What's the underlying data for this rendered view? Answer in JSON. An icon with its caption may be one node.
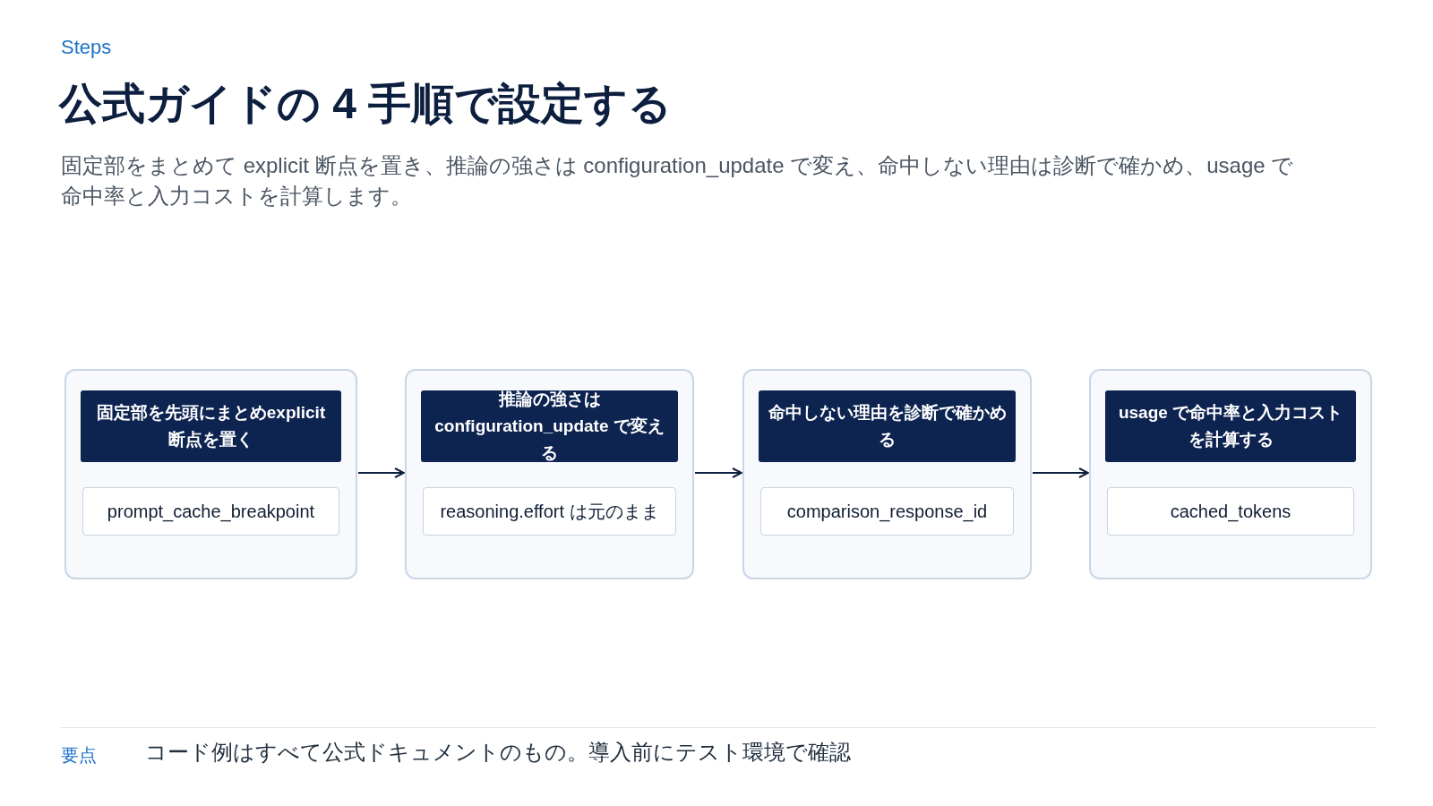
{
  "diagram": {
    "title": "公式ガイドの 4 手順で設定する",
    "nodes": [
      {
        "text": [],
        "shape": "box"
      },
      {
        "text": [
          "固定部を先頭にまとめexplicit 断点を置く"
        ],
        "in": 0
      },
      {
        "text": [
          "prompt_cache_breakpoint"
        ],
        "in": 0
      },
      {
        "text": [],
        "shape": "box"
      },
      {
        "text": [
          "推論の強さはconfiguration_update で変える"
        ],
        "in": 3
      },
      {
        "text": [
          "reasoning.effort は元のまま"
        ],
        "in": 3
      },
      {
        "text": [],
        "shape": "box"
      },
      {
        "text": [
          "命中しない理由を診断で確かめる"
        ],
        "in": 6
      },
      {
        "text": [
          "comparison_response_id"
        ],
        "in": 6
      },
      {
        "text": [],
        "shape": "box"
      },
      {
        "text": [
          "usage で命中率と入力コストを計算する"
        ],
        "in": 9
      },
      {
        "text": [
          "cached_tokens"
        ],
        "in": 9
      }
    ],
    "edges": [
      {
        "from": 0,
        "to": 3,
        "arrow": "to"
      },
      {
        "from": 3,
        "to": 6,
        "arrow": "to"
      },
      {
        "from": 6,
        "to": 9,
        "arrow": "to"
      }
    ],
    "labels": [
      "Steps",
      "固定部をまとめて explicit 断点を置き、推論の強さは configuration_update で変え、命中しない理由は診断で確かめ、usage で命中率と入力コストを計算します。",
      "要点",
      "コード例はすべて公式ドキュメントのもの。導入前にテスト環境で確認"
    ]
  }
}
